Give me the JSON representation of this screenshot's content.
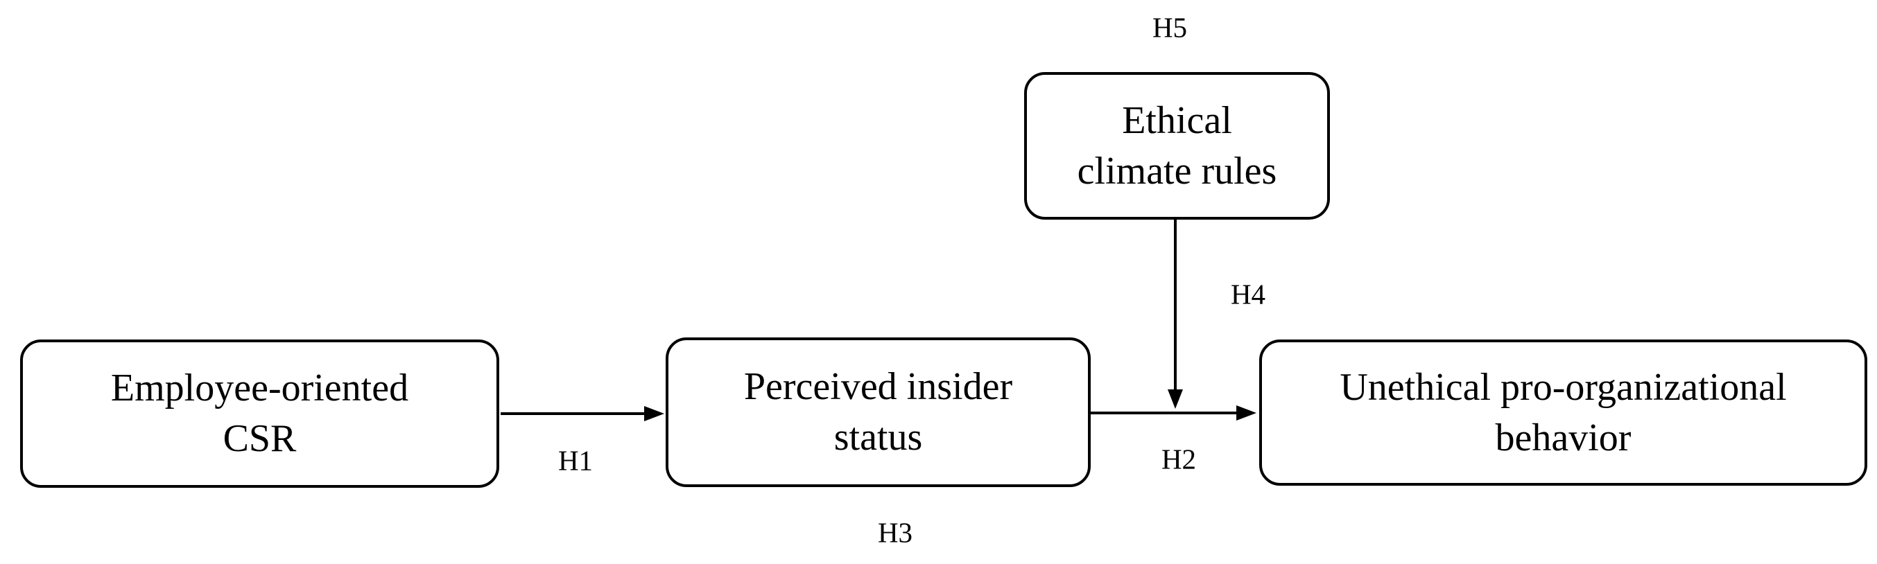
{
  "figure_type": "conceptual-model-diagram",
  "nodes": {
    "ethical_climate_rules": {
      "label": "Ethical\nclimate rules"
    },
    "employee_oriented_csr": {
      "label": "Employee-oriented\nCSR"
    },
    "perceived_insider_status": {
      "label": "Perceived insider\nstatus"
    },
    "unethical_pro_organizational_behavior": {
      "label": "Unethical pro-organizational\nbehavior"
    }
  },
  "labels": {
    "h1": "H1",
    "h2": "H2",
    "h3": "H3",
    "h4": "H4",
    "h5": "H5"
  },
  "edges": [
    {
      "id": "h1",
      "from": "employee_oriented_csr",
      "to": "perceived_insider_status",
      "label": "H1",
      "type": "direct-arrow"
    },
    {
      "id": "h2",
      "from": "perceived_insider_status",
      "to": "unethical_pro_organizational_behavior",
      "label": "H2",
      "type": "direct-arrow"
    },
    {
      "id": "h4",
      "from": "ethical_climate_rules",
      "to": "h2_path",
      "label": "H4",
      "type": "moderation-arrow"
    },
    {
      "id": "h3",
      "label": "H3",
      "type": "mediation-label"
    },
    {
      "id": "h5",
      "label": "H5",
      "type": "moderated-mediation-label"
    }
  ],
  "colors": {
    "background": "#ffffff",
    "box_fill": "#ffffff",
    "box_border": "#000000",
    "line": "#000000",
    "text": "#000000"
  }
}
